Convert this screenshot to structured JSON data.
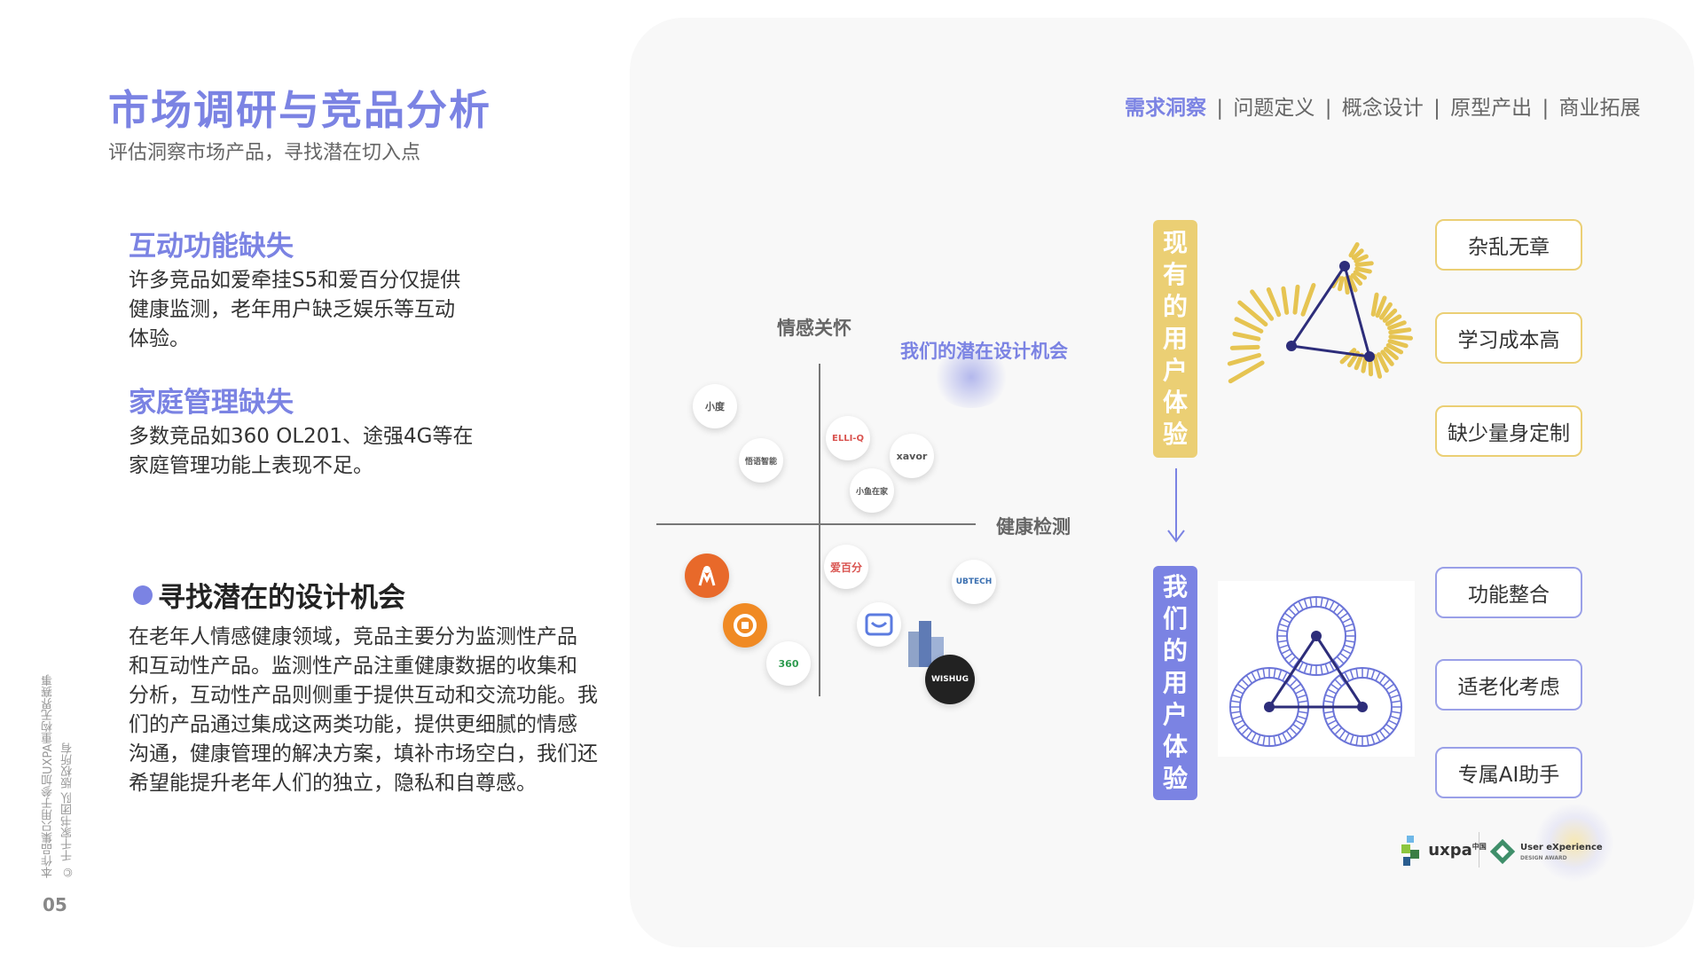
{
  "header": {
    "title": "市场调研与竞品分析",
    "subtitle": "评估洞察市场产品，寻找潜在切入点"
  },
  "sections": [
    {
      "title": "互动功能缺失",
      "lines": [
        "许多竞品如爱牵挂S5和爱百分仅提供",
        "健康监测，老年用户缺乏娱乐等互动",
        "体验。"
      ]
    },
    {
      "title": "家庭管理缺失",
      "lines": [
        "多数竞品如360 OL201、途强4G等在",
        "家庭管理功能上表现不足。"
      ]
    }
  ],
  "opportunity": {
    "title": "寻找潜在的设计机会",
    "lines": [
      "在老年人情感健康领域，竞品主要分为监测性产品",
      "和互动性产品。监测性产品注重健康数据的收集和",
      "分析，互动性产品则侧重于提供互动和交流功能。我",
      "们的产品通过集成这两类功能，提供更细腻的情感",
      "沟通，健康管理的解决方案，填补市场空白，我们还",
      "希望能提升老年人们的独立，隐私和自尊感。"
    ]
  },
  "side_note": {
    "line1": "本作品集只用于参加UXPA重构无界赛事",
    "line2": "© 千千家书团队 版权所有"
  },
  "page_number": "05",
  "nav": {
    "active": "需求洞察",
    "items": [
      "问题定义",
      "概念设计",
      "原型产出",
      "商业拓展"
    ],
    "separator": "|"
  },
  "matrix": {
    "y_axis_label": "情感关怀",
    "x_axis_label": "健康检测",
    "opportunity_label": "我们的潜在设计机会",
    "brands": {
      "xiaodu": "小度",
      "wucy": "悟语智能",
      "elliq": "ELLI-Q",
      "xavor": "xavor",
      "xiaoyu": "小鱼在家",
      "aibaifen": "爱百分",
      "ubtech": "UBTECH",
      "c360": "360",
      "wishug": "WISHUG"
    }
  },
  "current": {
    "label": "现有的用户体验",
    "tags": [
      "杂乱无章",
      "学习成本高",
      "缺少量身定制"
    ]
  },
  "ours": {
    "label": "我们的用户体验",
    "tags": [
      "功能整合",
      "适老化考虑",
      "专属AI助手"
    ]
  },
  "logos": {
    "uxpa": "uxpa",
    "uxpa_cn": "中国",
    "ux_award_1": "User eXperience",
    "ux_award_2": "DESIGN  AWARD"
  },
  "colors": {
    "accent": "#7b83e3",
    "gold": "#ebcf74"
  }
}
